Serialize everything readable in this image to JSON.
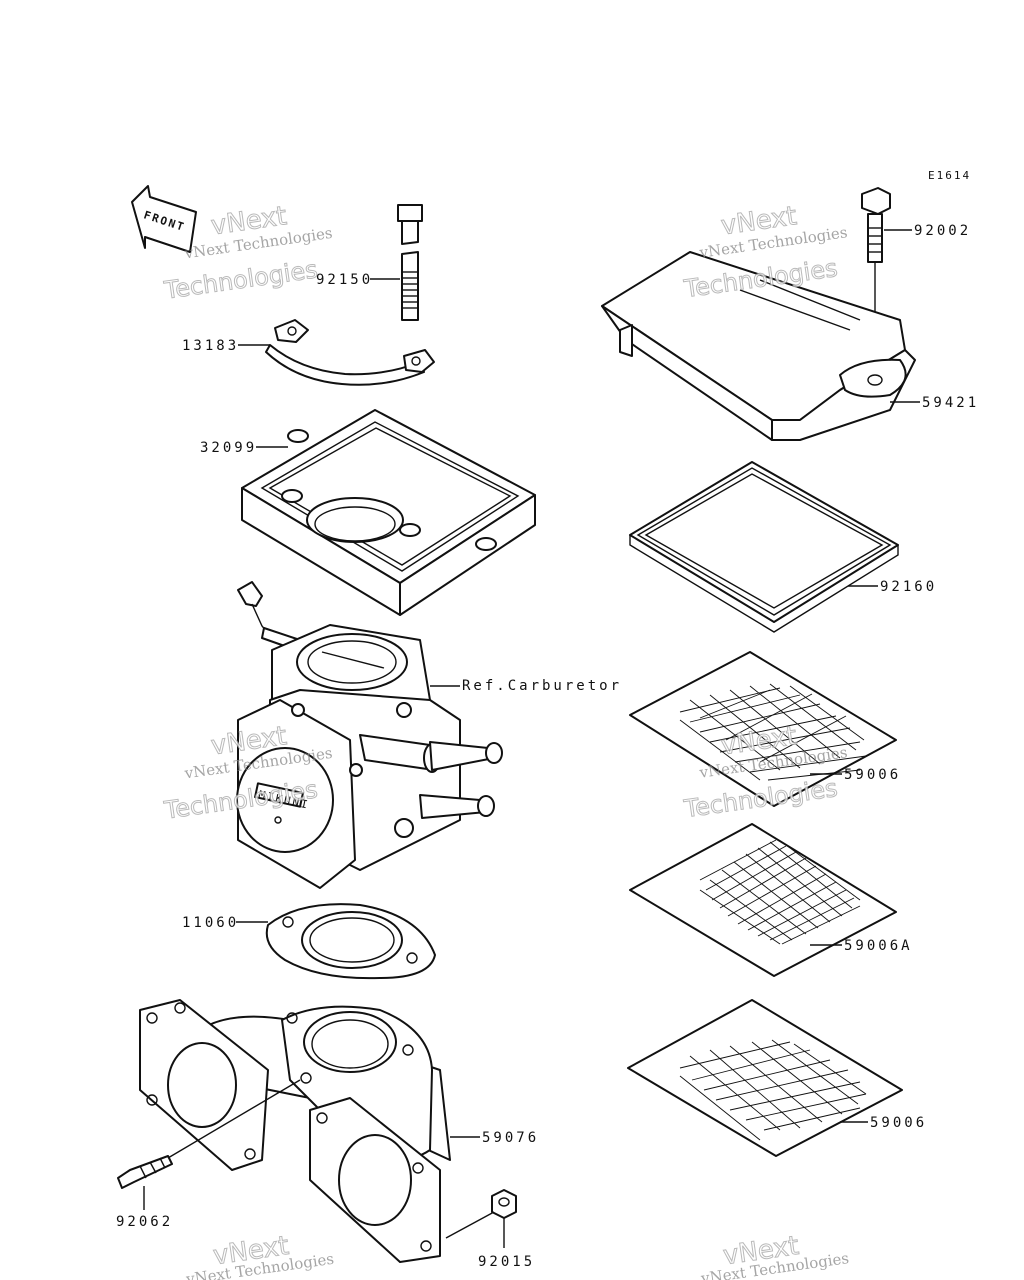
{
  "diagram_code": "E1614",
  "front_label": "FRONT",
  "reference_label": "Ref.Carburetor",
  "carb_nameplate": "MIKUNI",
  "watermark": {
    "line1": "vNext Technologies",
    "big1": "vNext",
    "big2": "Technologies"
  },
  "parts": {
    "bolt_top_left": "92150",
    "clamp_bracket": "13183",
    "air_box_base": "32099",
    "gasket_flange": "11060",
    "intake_manifold": "59076",
    "stud_bolt": "92062",
    "nut": "92015",
    "cover_bolt": "92002",
    "air_box_cover": "59421",
    "cover_seal": "92160",
    "flame_arrester_top": "59006",
    "flame_arrester_mid": "59006A",
    "flame_arrester_bottom": "59006"
  }
}
